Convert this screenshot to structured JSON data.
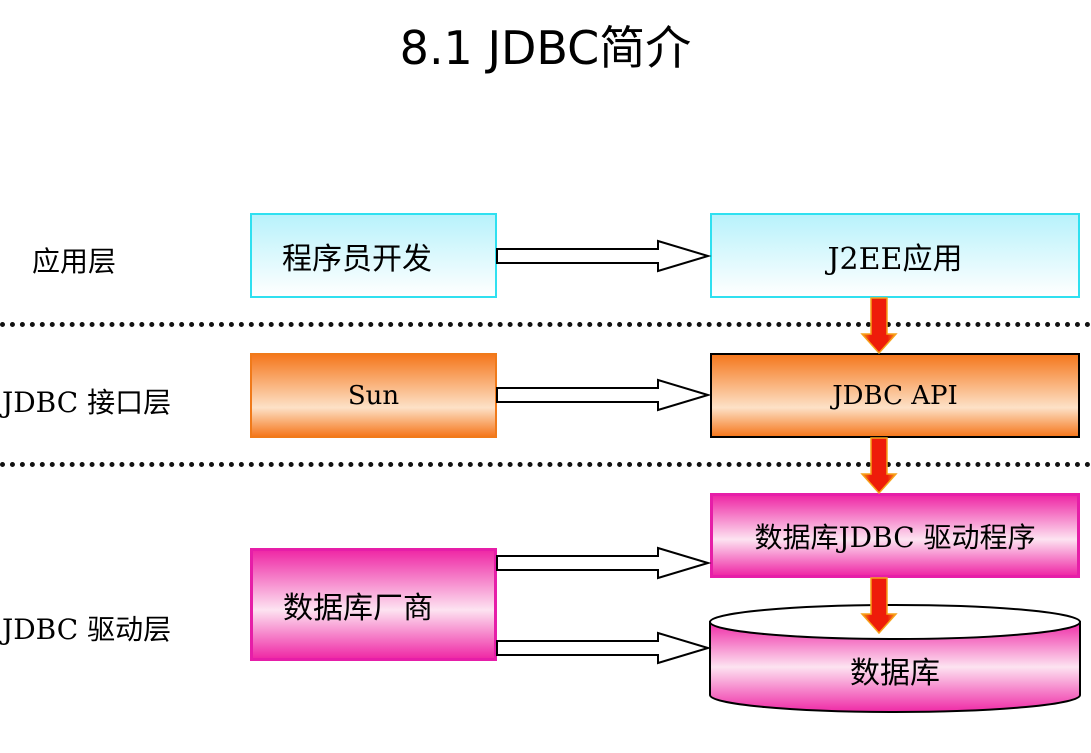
{
  "title": "8.1 JDBC简介",
  "layers": {
    "app": "应用层",
    "interface": "JDBC 接口层",
    "driver": "JDBC 驱动层"
  },
  "boxes": {
    "programmer": "程序员开发",
    "j2ee": "J2EE应用",
    "sun": "Sun",
    "jdbc_api": "JDBC API",
    "db_vendor": "数据库厂商",
    "jdbc_driver": "数据库JDBC 驱动程序",
    "database": "数据库"
  },
  "colors": {
    "cyan_border": "#2fe0f0",
    "orange": "#f5781e",
    "magenta": "#ef2aa6",
    "arrow_fill": "#ee1c0a"
  }
}
